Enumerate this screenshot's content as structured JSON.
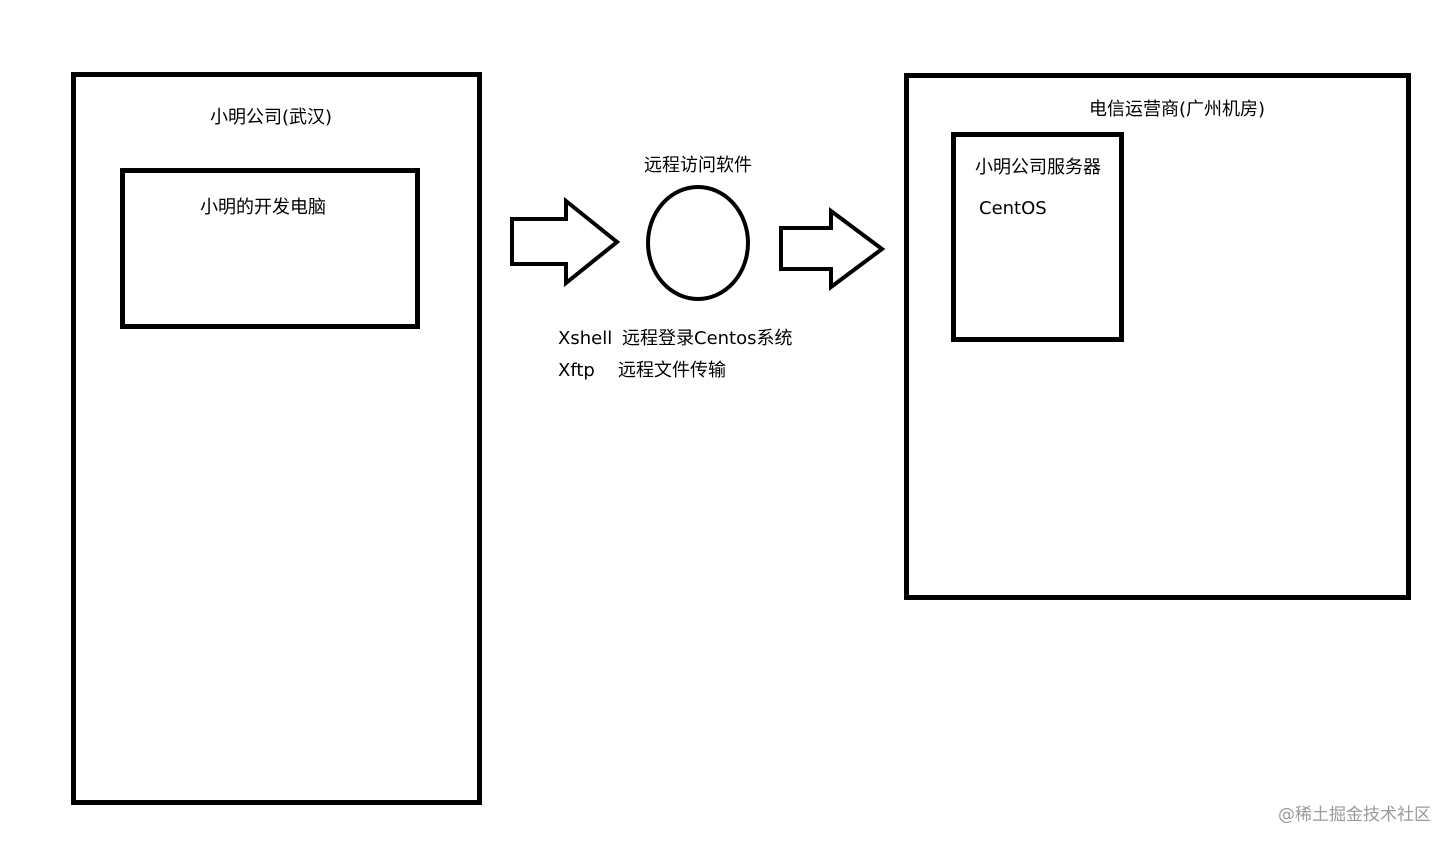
{
  "company": {
    "title": "小明公司(武汉)",
    "dev_computer": "小明的开发电脑"
  },
  "remote": {
    "title": "远程访问软件",
    "tools": [
      {
        "name": "Xshell",
        "desc": "远程登录Centos系统"
      },
      {
        "name": "Xftp",
        "desc": "远程文件传输"
      }
    ]
  },
  "datacenter": {
    "title": "电信运营商(广州机房)",
    "server_title": "小明公司服务器",
    "os": "CentOS"
  },
  "watermark": "@稀土掘金技术社区"
}
